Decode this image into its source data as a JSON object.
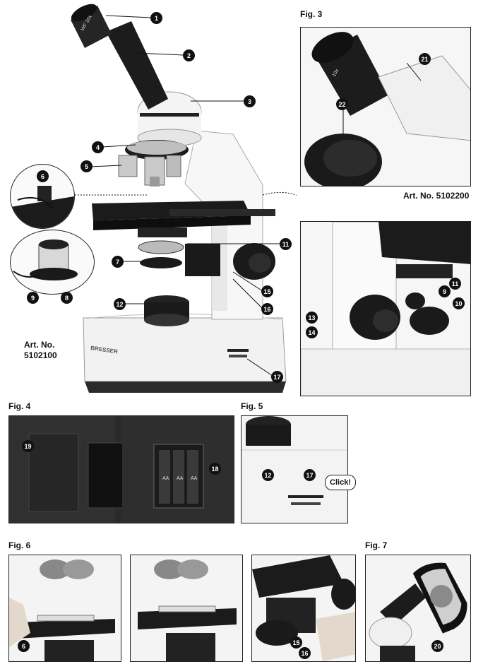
{
  "figures": {
    "fig3": "Fig. 3",
    "fig4": "Fig. 4",
    "fig5": "Fig. 5",
    "fig6": "Fig. 6",
    "fig7": "Fig. 7"
  },
  "art_numbers": {
    "main_label": "Art. No.",
    "main_number": "5102100",
    "fig3": "Art. No. 5102200"
  },
  "brand": "BRESSER",
  "eyepiece_marking": "WF 10x",
  "eyepiece_marking_fig3": "10x",
  "battery_labels": [
    "AA",
    "AA",
    "AA"
  ],
  "click_label": "Click!",
  "callouts": {
    "c1": "1",
    "c2": "2",
    "c3": "3",
    "c4": "4",
    "c5": "5",
    "c6": "6",
    "c7": "7",
    "c8": "8",
    "c9": "9",
    "c10": "10",
    "c11": "11",
    "c12": "12",
    "c13": "13",
    "c14": "14",
    "c15": "15",
    "c16": "16",
    "c17": "17",
    "c18": "18",
    "c19": "19",
    "c20": "20",
    "c21": "21",
    "c22": "22"
  },
  "colors": {
    "callout": "#111111",
    "body": "#f4f4f4",
    "stage": "#1a1a1a"
  }
}
